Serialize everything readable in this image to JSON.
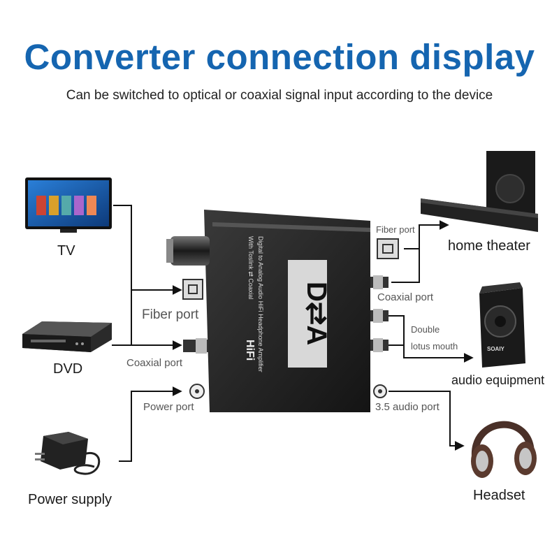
{
  "title": "Converter connection display",
  "subtitle": "Can be switched to optical or coaxial signal input according to the device",
  "devices": {
    "tv": "TV",
    "dvd": "DVD",
    "power_supply": "Power supply",
    "home_theater": "home theater",
    "audio_equipment": "audio equipment",
    "headset": "Headset"
  },
  "ports": {
    "left_fiber": "Fiber port",
    "left_coaxial": "Coaxial port",
    "left_power": "Power port",
    "right_fiber": "Fiber port",
    "right_coaxial": "Coaxial port",
    "right_double_1": "Double",
    "right_double_2": "lotus mouth",
    "right_audio": "3.5 audio port"
  },
  "device_text": {
    "line1": "Digital to Analog Audio HiFi Headphone Amplifier",
    "line2": "With Toslink ⇄ Coaxial",
    "logo": "D⇄A",
    "hifi": "HiFi",
    "speaker_brand": "SOAIY"
  },
  "colors": {
    "title": "#1565b0",
    "line": "#111111"
  }
}
